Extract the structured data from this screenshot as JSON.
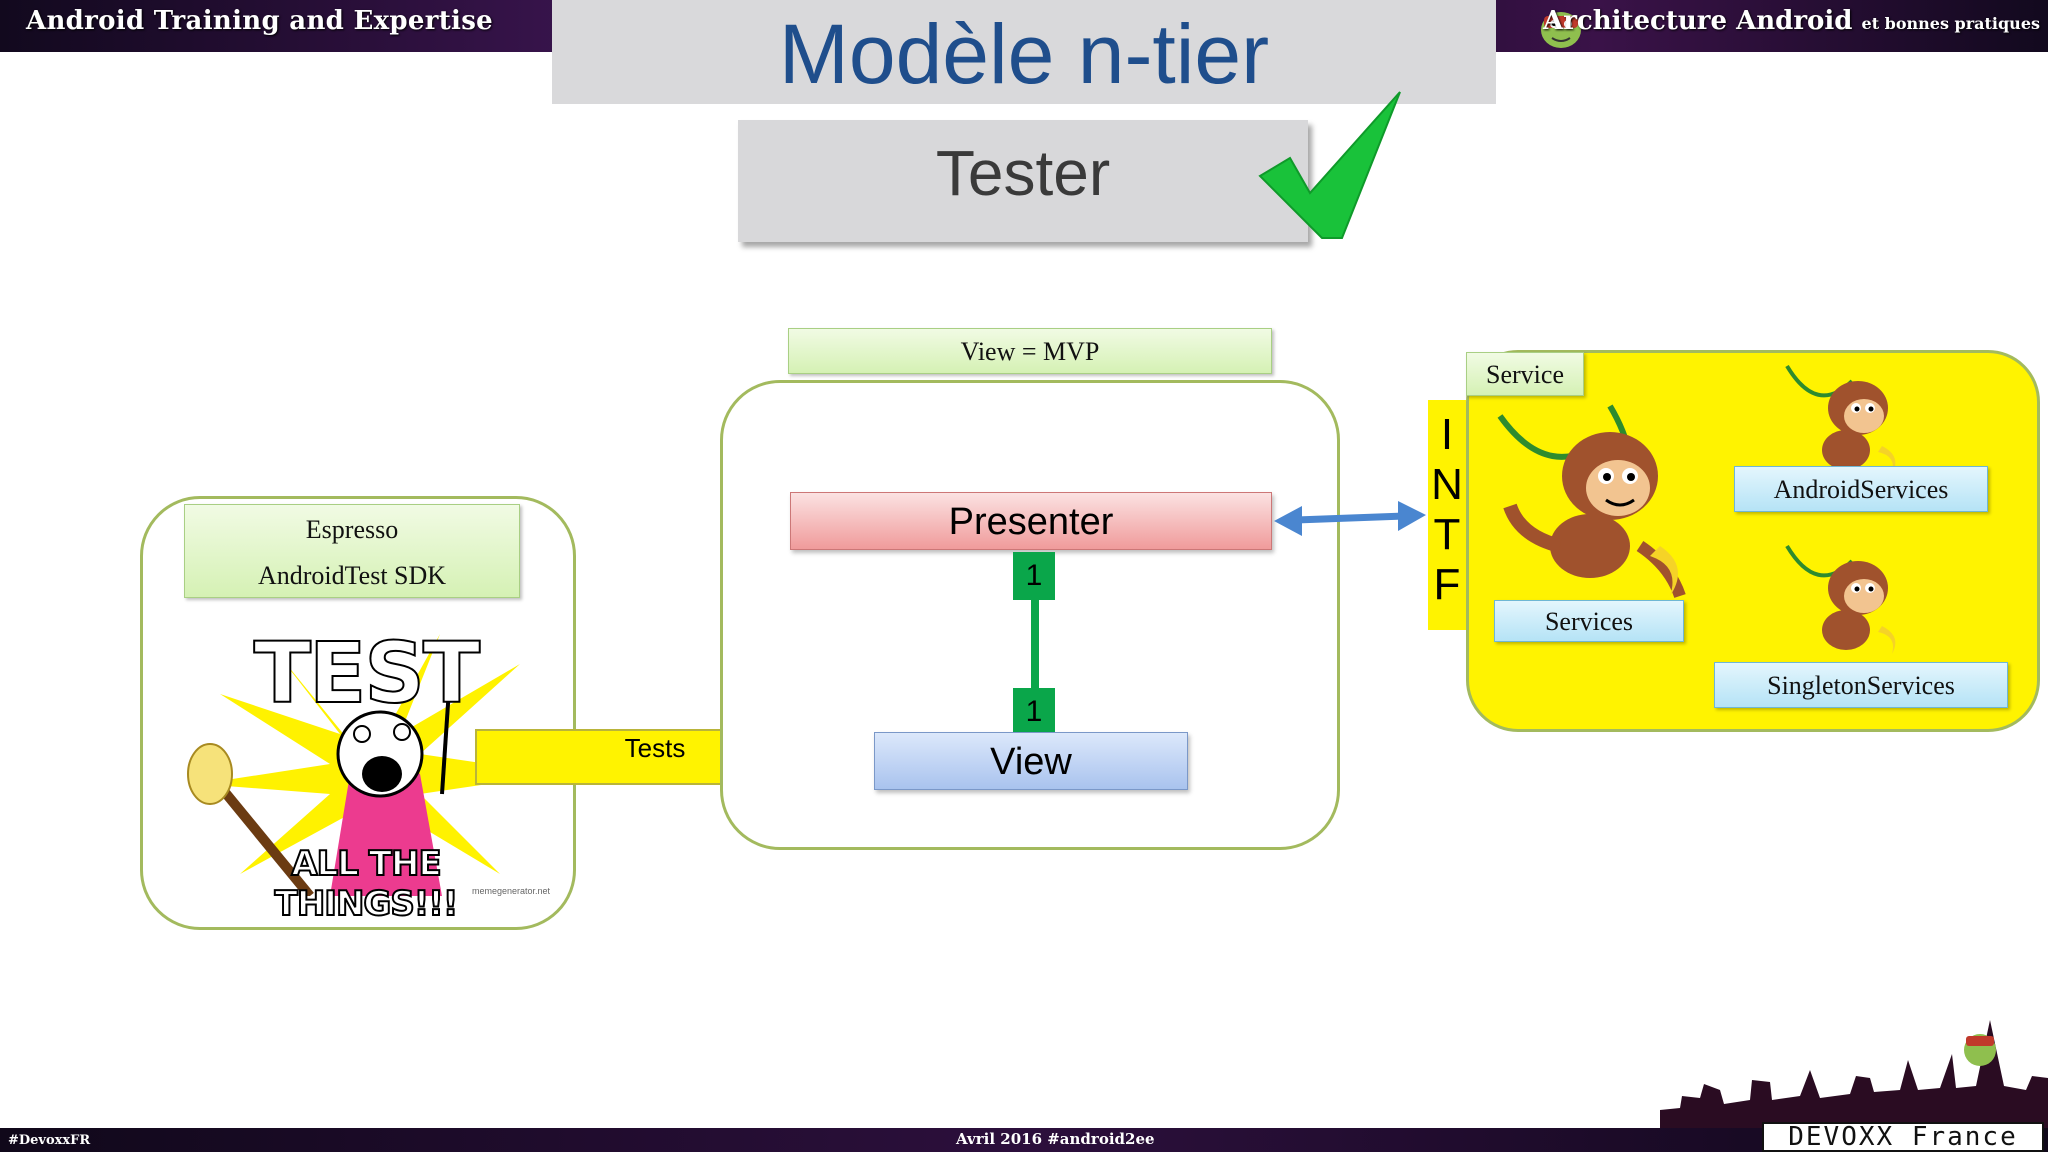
{
  "header": {
    "left_brand": "Android Training and Expertise",
    "right_brand": "Architecture Android",
    "right_brand_small": "et bonnes pratiques",
    "slide_title": "Modèle n-tier"
  },
  "banner": {
    "label": "Tester",
    "check_color": "#19c23a"
  },
  "left_panel": {
    "tool_line1": "Espresso",
    "tool_line2": "AndroidTest SDK",
    "meme_top": "TEST",
    "meme_bottom": "ALL THE THINGS!!!",
    "meme_credit": "memegenerator.net"
  },
  "arrow": {
    "label": "Tests",
    "color": "#fff300"
  },
  "middle_panel": {
    "title": "View = MVP",
    "presenter": "Presenter",
    "view": "View",
    "multiplicity_top": "1",
    "multiplicity_bottom": "1"
  },
  "interface": {
    "letters": [
      "I",
      "N",
      "T",
      "F"
    ]
  },
  "right_panel": {
    "title": "Service",
    "services": "Services",
    "android_services": "AndroidServices",
    "singleton_services": "SingletonServices",
    "color": "#fff300"
  },
  "footer": {
    "hashtag": "#DevoxxFR",
    "center": "Avril 2016  #android2ee",
    "devoxx": "DEVOXX France"
  }
}
